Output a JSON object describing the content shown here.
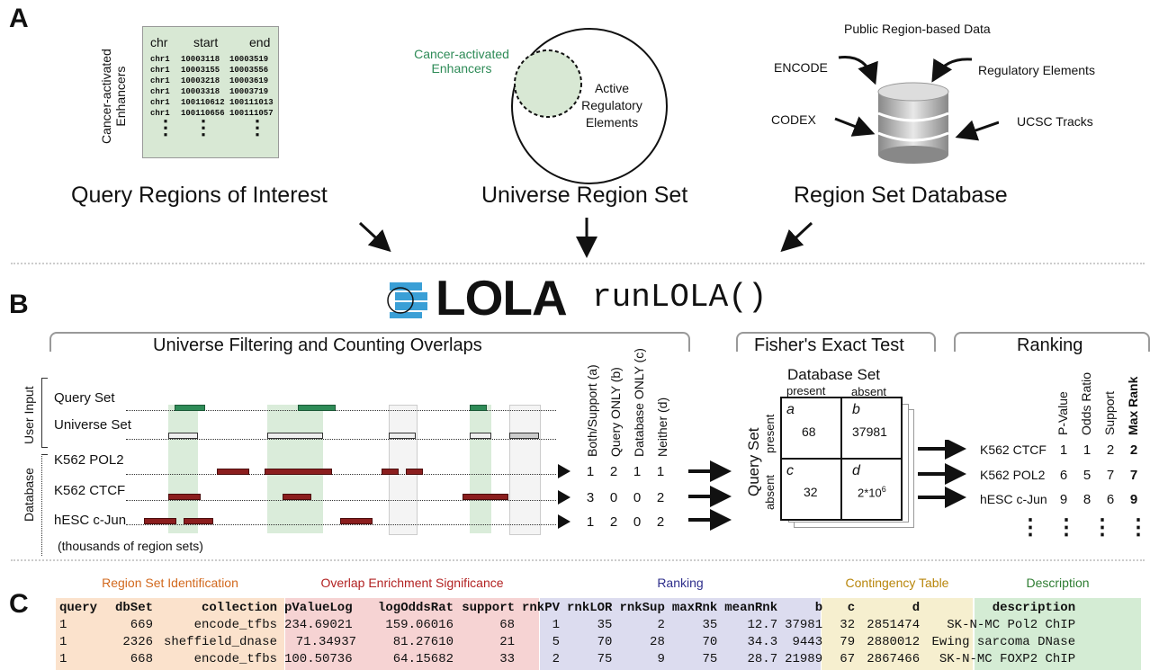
{
  "panels": {
    "a": "A",
    "b": "B",
    "c": "C"
  },
  "panelA": {
    "query": {
      "side_label": [
        "Cancer-activated",
        "Enhancers"
      ],
      "headers": [
        "chr",
        "start",
        "end"
      ],
      "rows": [
        [
          "chr1",
          "10003118",
          "10003519"
        ],
        [
          "chr1",
          "10003155",
          "10003556"
        ],
        [
          "chr1",
          "10003218",
          "10003619"
        ],
        [
          "chr1",
          "10003318",
          "10003719"
        ],
        [
          "chr1",
          "100110612",
          "100111013"
        ],
        [
          "chr1",
          "100110656",
          "100111057"
        ]
      ],
      "title": "Query Regions of Interest"
    },
    "universe": {
      "inner_label": [
        "Cancer-activated",
        "Enhancers"
      ],
      "outer_label": [
        "Active",
        "Regulatory",
        "Elements"
      ],
      "title": "Universe Region Set"
    },
    "database": {
      "top_label": "Public Region-based Data",
      "sources": [
        "ENCODE",
        "Regulatory Elements",
        "CODEX",
        "UCSC Tracks"
      ],
      "title": "Region Set Database"
    }
  },
  "panelB": {
    "logo_text": "LOLA",
    "function_text": "runLOLA()",
    "sections": {
      "filtering": "Universe Filtering and Counting Overlaps",
      "fisher": "Fisher's Exact Test",
      "ranking": "Ranking"
    },
    "user_input_label": "User Input",
    "database_label": "Database",
    "query_set_label": "Query Set",
    "universe_set_label": "Universe Set",
    "db_rows": [
      {
        "name": "K562 POL2",
        "counts": [
          "1",
          "2",
          "1",
          "1"
        ]
      },
      {
        "name": "K562 CTCF",
        "counts": [
          "3",
          "0",
          "0",
          "2"
        ]
      },
      {
        "name": "hESC c-Jun",
        "counts": [
          "1",
          "2",
          "0",
          "2"
        ]
      }
    ],
    "footnote": "(thousands of region sets)",
    "count_headers": [
      "Both/Support (a)",
      "Query ONLY (b)",
      "Database ONLY (c)",
      "Neither (d)"
    ],
    "contingency": {
      "title": "Database Set",
      "col_present": "present",
      "col_absent": "absent",
      "row_title": "Query Set",
      "row_present": "present",
      "row_absent": "absent",
      "cells": [
        {
          "letter": "a",
          "value": "68"
        },
        {
          "letter": "b",
          "value": "37981"
        },
        {
          "letter": "c",
          "value": "32"
        },
        {
          "letter": "d",
          "value": "2*10",
          "sup": "6"
        }
      ]
    },
    "ranking": {
      "headers": [
        "P-Value",
        "Odds Ratio",
        "Support",
        "Max Rank"
      ],
      "rows": [
        {
          "name": "K562 CTCF",
          "ranks": [
            "1",
            "1",
            "2",
            "2"
          ]
        },
        {
          "name": "K562 POL2",
          "ranks": [
            "6",
            "5",
            "7",
            "7"
          ]
        },
        {
          "name": "hESC c-Jun",
          "ranks": [
            "9",
            "8",
            "6",
            "9"
          ]
        }
      ]
    }
  },
  "panelC": {
    "groups": [
      {
        "label": "Region Set Identification",
        "color": "#d2691e"
      },
      {
        "label": "Overlap Enrichment Significance",
        "color": "#b22222"
      },
      {
        "label": "Ranking",
        "color": "#2e2e8b"
      },
      {
        "label": "Contingency Table",
        "color": "#b8860b"
      },
      {
        "label": "Description",
        "color": "#2e7d32"
      }
    ],
    "headers": [
      "query",
      "dbSet",
      "collection",
      "pValueLog",
      "logOddsRat",
      "support",
      "rnkPV",
      "rnkLOR",
      "rnkSup",
      "maxRnk",
      "meanRnk",
      "b",
      "c",
      "d",
      "description"
    ],
    "rows": [
      [
        "1",
        "669",
        "encode_tfbs",
        "234.69021",
        "159.06016",
        "68",
        "1",
        "35",
        "2",
        "35",
        "12.7",
        "37981",
        "32",
        "2851474",
        "SK-N-MC Pol2 ChIP"
      ],
      [
        "1",
        "2326",
        "sheffield_dnase",
        "71.34937",
        "81.27610",
        "21",
        "5",
        "70",
        "28",
        "70",
        "34.3",
        "9443",
        "79",
        "2880012",
        "Ewing sarcoma DNase"
      ],
      [
        "1",
        "668",
        "encode_tfbs",
        "100.50736",
        "64.15682",
        "33",
        "2",
        "75",
        "9",
        "75",
        "28.7",
        "21989",
        "67",
        "2867466",
        "SK-N-MC FOXP2 ChIP"
      ]
    ]
  }
}
